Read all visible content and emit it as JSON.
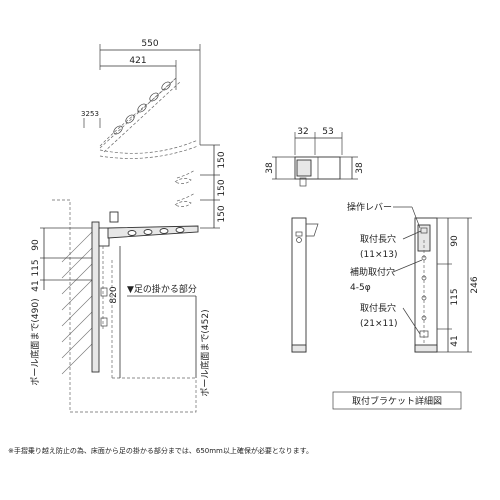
{
  "side": {
    "dim_550": "550",
    "dim_421": "421",
    "dim_32": "32",
    "dim_53": "53",
    "dim_150a": "150",
    "dim_150b": "150",
    "dim_150c": "150",
    "dim_90": "90",
    "dim_115": "115",
    "dim_41": "41",
    "dim_820": "820",
    "pole_to_floor": "ポール底面まで(490)",
    "foot_to_floor": "ポール底面まで(452)",
    "foot_label": "▼足の掛かる部分"
  },
  "detail": {
    "dim_32": "32",
    "dim_53": "53",
    "dim_38a": "38",
    "dim_38b": "38",
    "lever": "操作レバー",
    "slot_top_label": "取付長穴",
    "slot_top_size": "(11×13)",
    "aux_label": "補助取付穴",
    "aux_size": "4-5φ",
    "slot_bottom_label": "取付長穴",
    "slot_bottom_size": "(21×11)",
    "dim_90": "90",
    "dim_115": "115",
    "dim_41": "41",
    "dim_246": "246",
    "caption": "取付ブラケット詳細図"
  },
  "note": "※手摺乗り越え防止の為、床面から足の掛かる部分までは、650mm以上確保が必要となります。"
}
